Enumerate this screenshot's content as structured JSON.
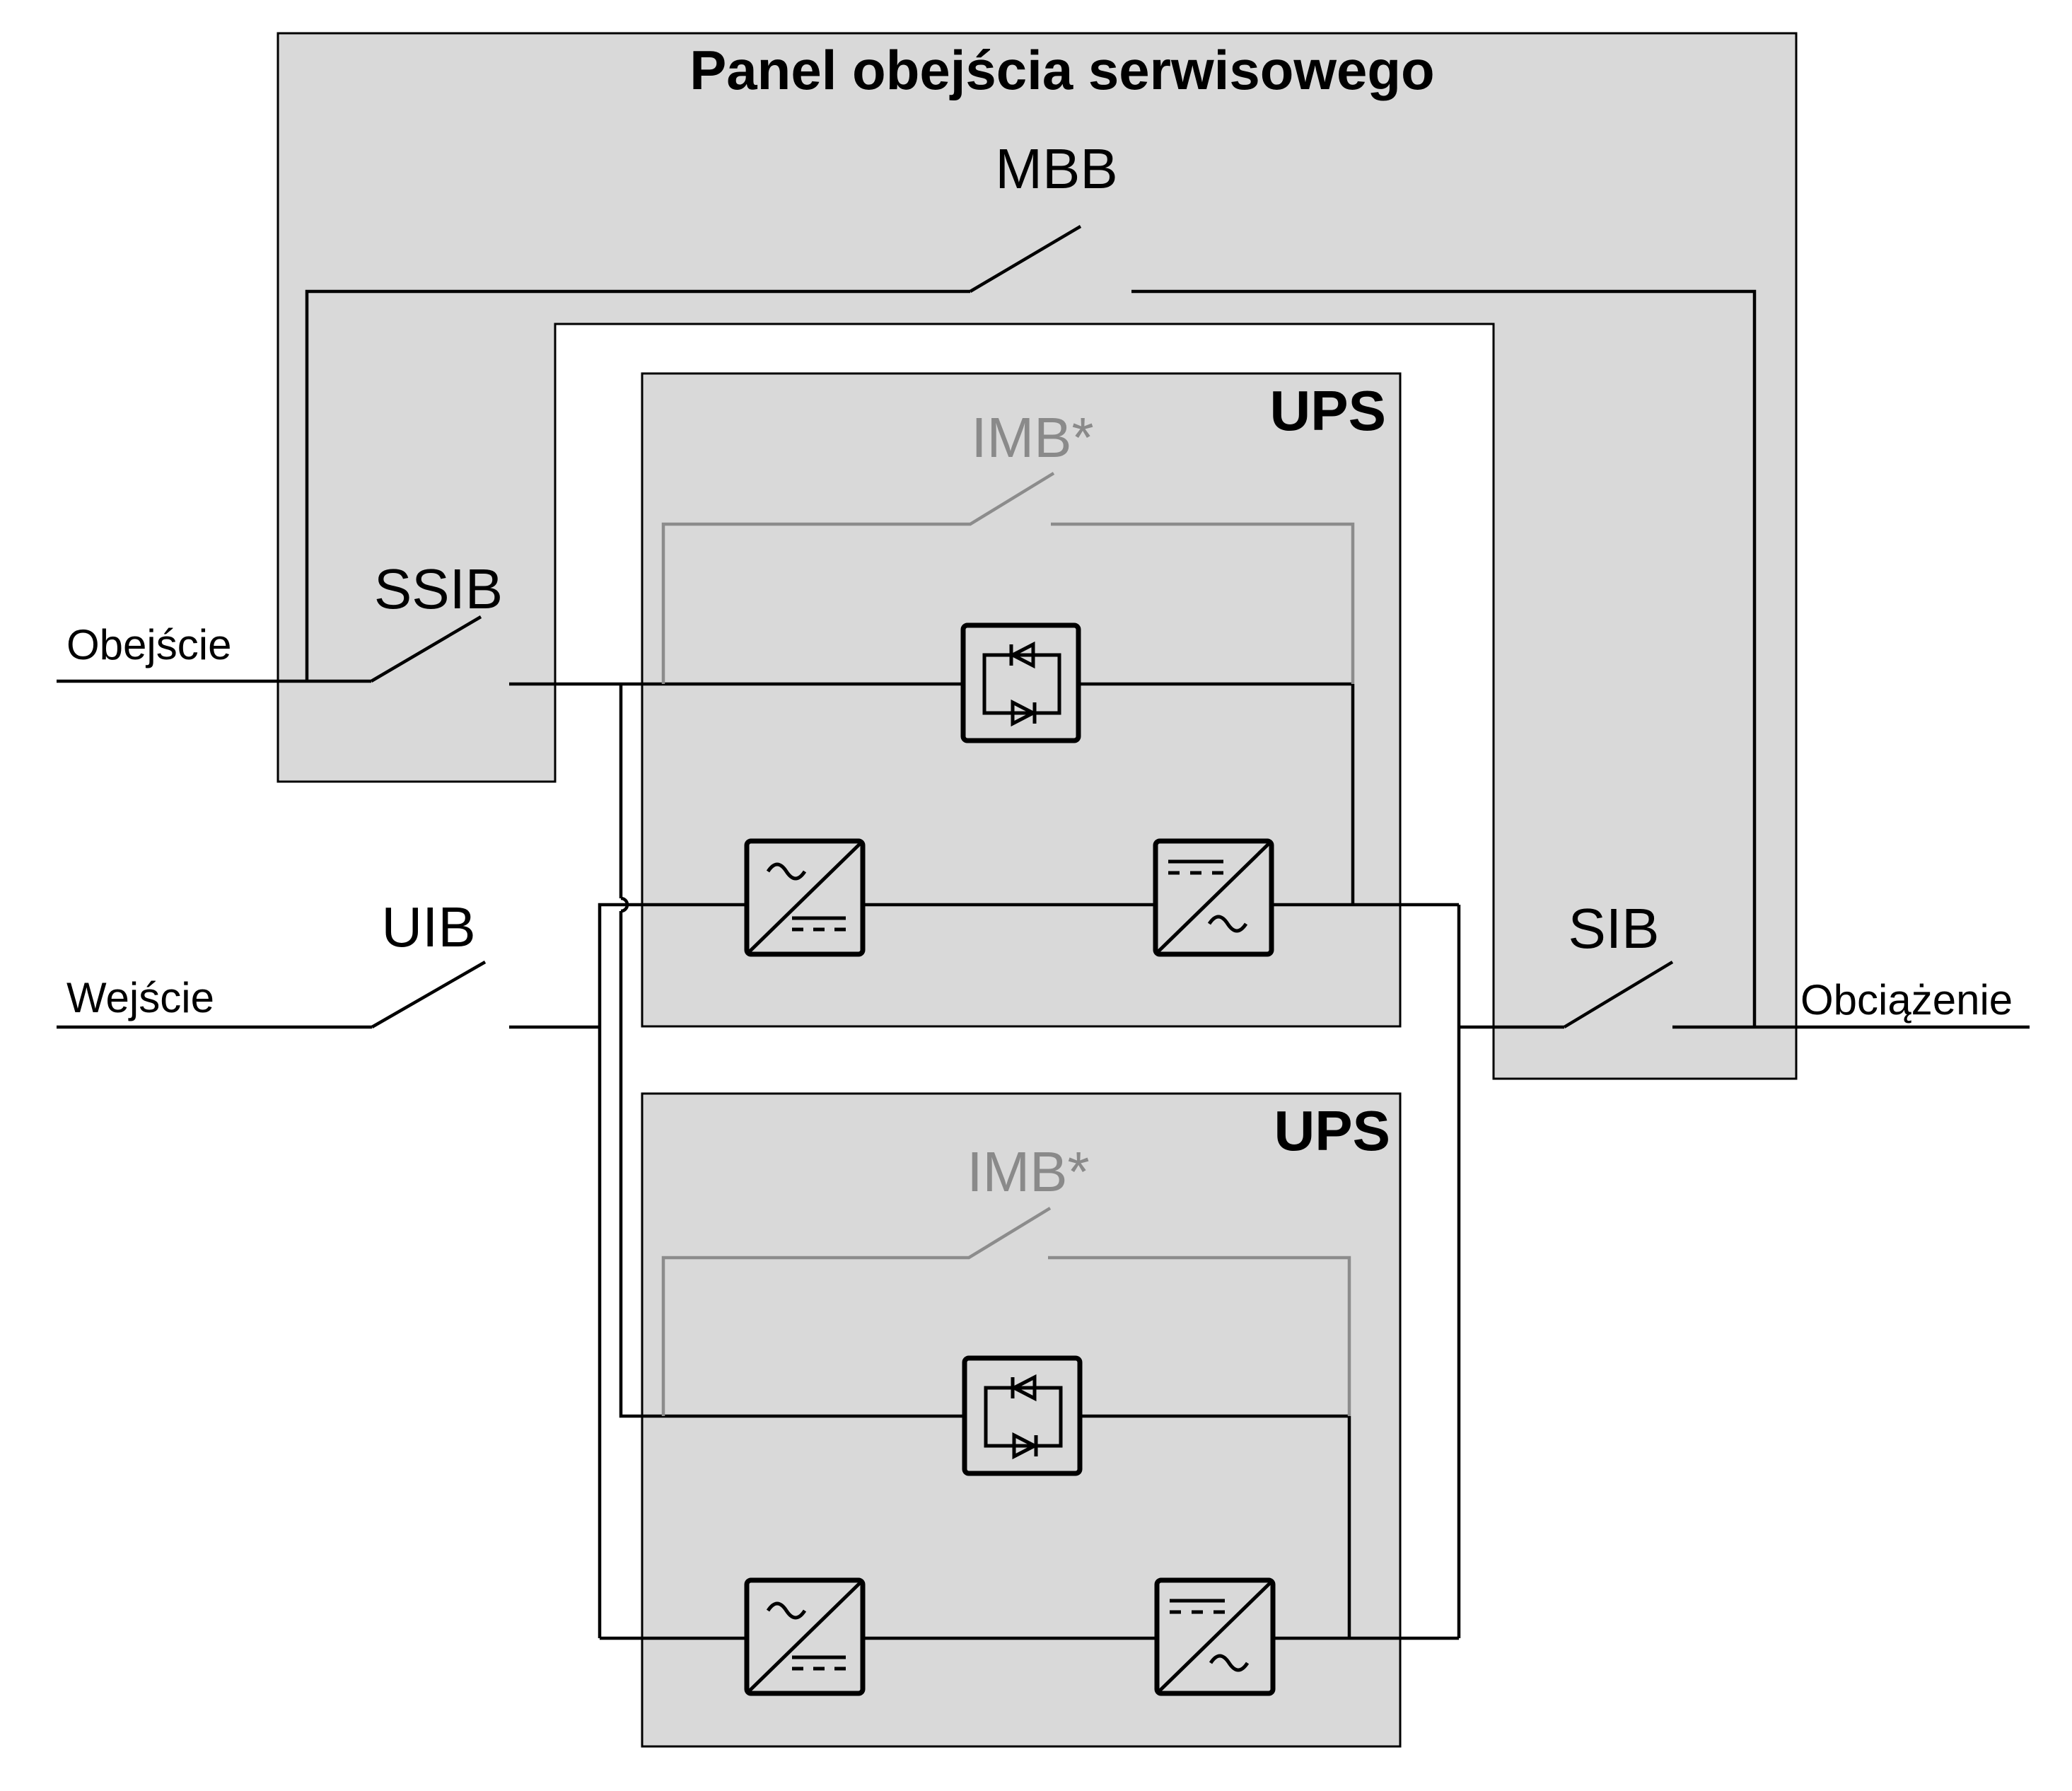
{
  "diagram": {
    "title": "Panel obejścia serwisowego",
    "switches": {
      "mbb": "MBB",
      "ssib": "SSIB",
      "uib": "UIB",
      "sib": "SIB"
    },
    "ports": {
      "bypass_input": "Obejście",
      "mains_input": "Wejście",
      "load_output": "Obciążenie"
    },
    "ups_units": [
      {
        "label": "UPS",
        "imb_label": "IMB*"
      },
      {
        "label": "UPS",
        "imb_label": "IMB*"
      }
    ],
    "colors": {
      "panel_fill": "#d9d9d9",
      "wire": "#000000",
      "imb_wire": "#8c8c8c"
    }
  }
}
